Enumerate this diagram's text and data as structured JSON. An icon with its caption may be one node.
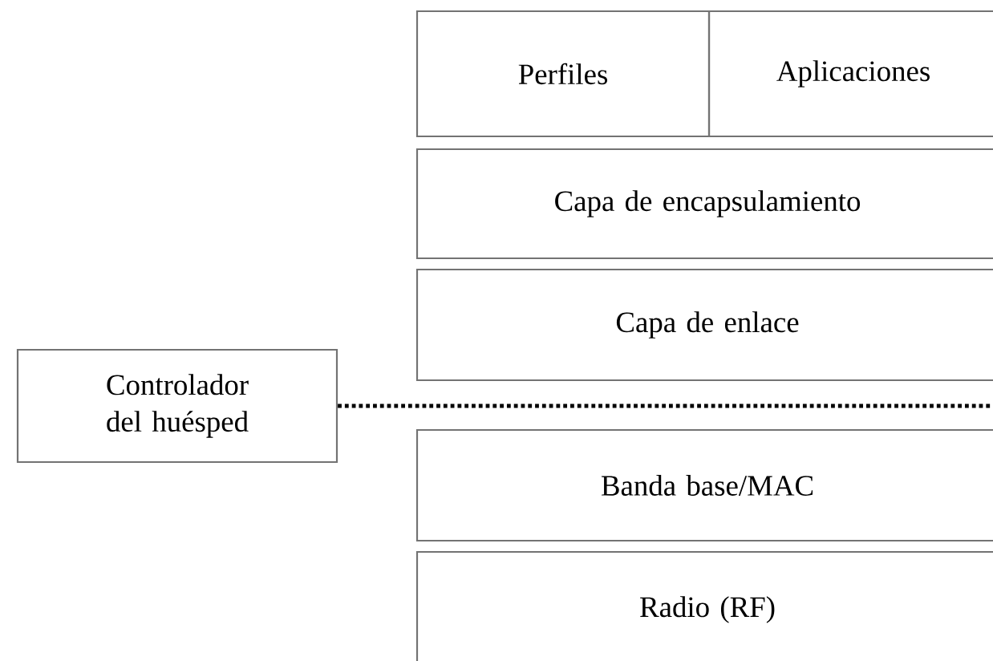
{
  "diagram": {
    "nodes": [
      {
        "text": [
          "Perfiles"
        ]
      },
      {
        "text": [
          "Aplicaciones"
        ]
      },
      {
        "text": [
          "Capa de encapsulamiento"
        ]
      },
      {
        "text": [
          "Capa de enlace"
        ]
      },
      {
        "text": [
          "Controlador del huésped"
        ]
      },
      {
        "text": [
          "Banda base/MAC"
        ]
      },
      {
        "text": [
          "Radio (RF)"
        ]
      }
    ]
  }
}
